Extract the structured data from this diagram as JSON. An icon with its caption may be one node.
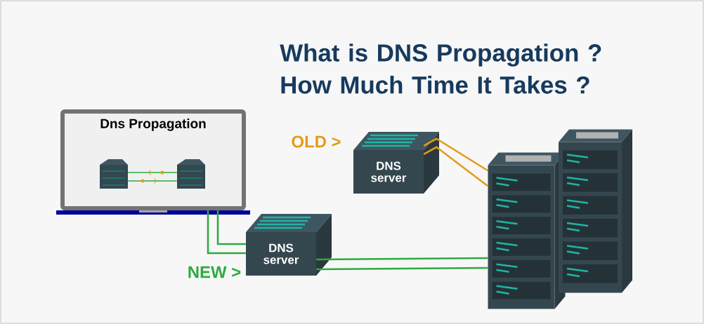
{
  "diagram": {
    "title": "What is DNS Propagation ? How Much Time It Takes ?",
    "nodes": [
      {
        "text": [
          "Dns Propagation"
        ]
      },
      {
        "text": [],
        "shape": "picture",
        "in": 0
      },
      {
        "text": [],
        "shape": "picture",
        "in": 0
      },
      {
        "text": [
          "DNS server"
        ],
        "beside": [
          "OLD >"
        ]
      },
      {
        "text": [
          "DNS server"
        ],
        "beside": [
          "NEW >"
        ]
      },
      {
        "text": [],
        "shape": "picture"
      },
      {
        "text": [],
        "shape": "picture"
      }
    ],
    "edges": [
      {
        "from": 2,
        "to": 1,
        "arrow": "to"
      },
      {
        "from": 1,
        "to": 2,
        "arrow": "to"
      },
      {
        "from": 3,
        "to": 5,
        "arrow": "none",
        "color": "#e39b17"
      },
      {
        "from": 3,
        "to": 5,
        "arrow": "none",
        "color": "#e39b17"
      },
      {
        "from": 0,
        "to": 4,
        "arrow": "none"
      },
      {
        "from": 0,
        "to": 4,
        "arrow": "none"
      },
      {
        "from": 4,
        "to": 5,
        "arrow": "none"
      },
      {
        "from": 4,
        "to": 5,
        "arrow": "none"
      }
    ]
  }
}
